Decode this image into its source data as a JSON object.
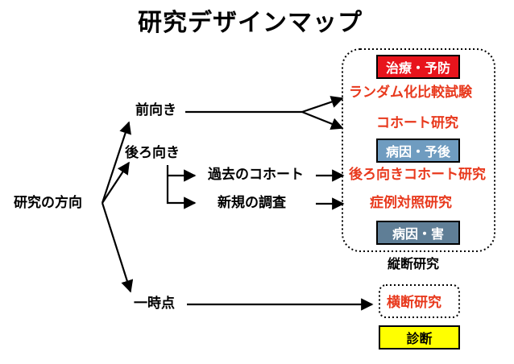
{
  "title": "研究デザインマップ",
  "root": {
    "label": "研究の方向"
  },
  "branches": {
    "forward": "前向き",
    "backward": "後ろ向き",
    "single_time": "一時点"
  },
  "backward_sub": {
    "past_cohort": "過去のコホート",
    "new_survey": "新規の調査"
  },
  "designs": {
    "rct": "ランダム化比較試験",
    "cohort": "コホート研究",
    "retro_cohort": "後ろ向きコホート研究",
    "case_control": "症例対照研究",
    "cross_sectional": "横断研究"
  },
  "purpose_tags": {
    "treatment_prevention": "治療・予防",
    "etiology_prevention": "病因・予後",
    "etiology_harm": "病因・害",
    "diagnosis": "診断"
  },
  "longitudinal_label": "縦断研究",
  "colors": {
    "red_tag": "#e8141c",
    "blue_tag": "#6f9cc0",
    "slate_tag": "#5f7e96",
    "yellow_tag": "#ffff00",
    "design_text": "#e8391d"
  }
}
